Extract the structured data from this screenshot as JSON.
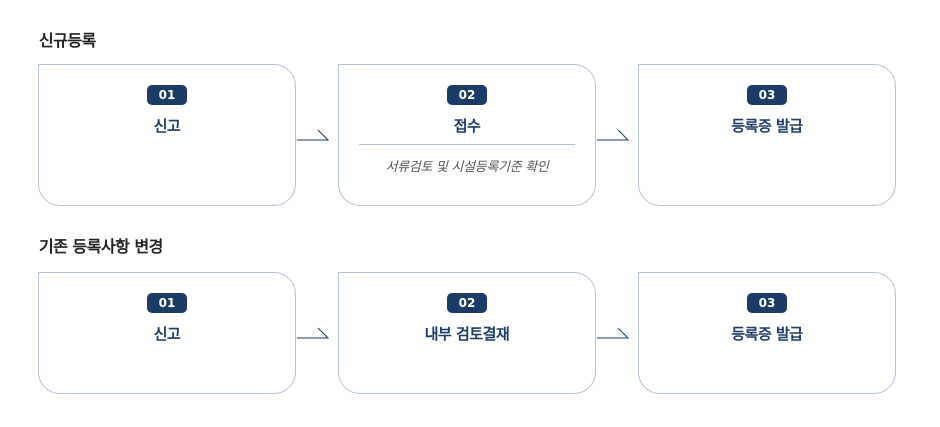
{
  "sections": [
    {
      "title": "신규등록",
      "steps": [
        {
          "number": "01",
          "label": "신고"
        },
        {
          "number": "02",
          "label": "접수",
          "note": "서류검토 및 시설등록기준 확인"
        },
        {
          "number": "03",
          "label": "등록증 발급"
        }
      ]
    },
    {
      "title": "기존 등록사항 변경",
      "steps": [
        {
          "number": "01",
          "label": "신고"
        },
        {
          "number": "02",
          "label": "내부 검토결재"
        },
        {
          "number": "03",
          "label": "등록증 발급"
        }
      ]
    }
  ],
  "colors": {
    "badge": "#1b3c66",
    "label": "#1b3c66",
    "border": "#b4c2d6",
    "arrow": "#1b3c66"
  }
}
